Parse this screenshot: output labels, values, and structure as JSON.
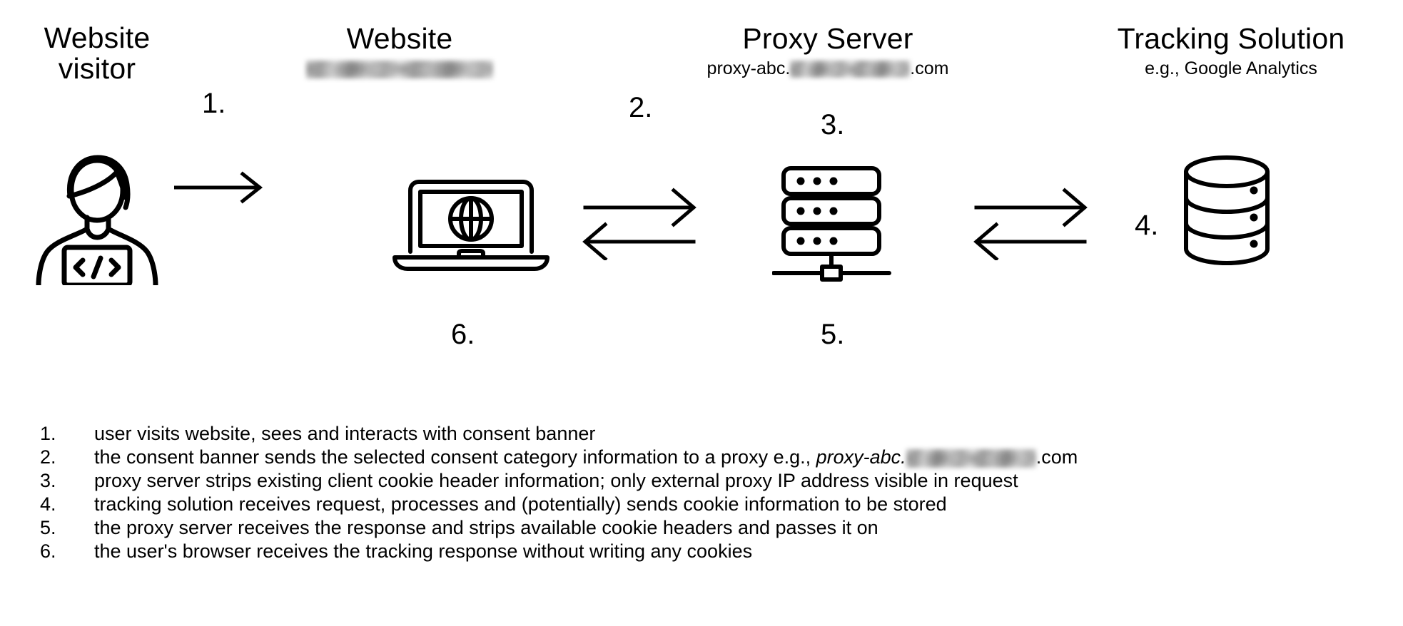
{
  "diagram": {
    "columns": [
      {
        "id": "website-visitor",
        "title_line1": "Website",
        "title_line2": "visitor",
        "subtitle": "",
        "icon": "person-with-laptop-icon"
      },
      {
        "id": "website",
        "title_line1": "Website",
        "title_line2": "",
        "subtitle": "",
        "subtitle_redacted": true,
        "icon": "laptop-globe-icon"
      },
      {
        "id": "proxy-server",
        "title_line1": "Proxy Server",
        "title_line2": "",
        "subtitle_prefix": "proxy-abc.",
        "subtitle_suffix": ".com",
        "subtitle_redacted": true,
        "icon": "server-rack-icon"
      },
      {
        "id": "tracking-solution",
        "title_line1": "Tracking Solution",
        "title_line2": "",
        "subtitle": "e.g., Google Analytics",
        "icon": "database-cylinder-icon"
      }
    ],
    "step_labels": {
      "one": "1.",
      "two": "2.",
      "three": "3.",
      "four": "4.",
      "five": "5.",
      "six": "6."
    },
    "connectors": [
      {
        "id": "visitor-to-website",
        "type": "single-arrow-right"
      },
      {
        "id": "website-to-proxy",
        "type": "double-arrow-bidirectional"
      },
      {
        "id": "proxy-to-tracking",
        "type": "double-arrow-bidirectional"
      }
    ]
  },
  "legend": {
    "items": [
      {
        "index": "1.",
        "text": "user visits website, sees and interacts with consent banner"
      },
      {
        "index": "2.",
        "text_before": "the consent banner sends the selected consent category information to a proxy e.g., ",
        "emphasis": "proxy-abc.",
        "redacted": true,
        "text_after": ".com"
      },
      {
        "index": "3.",
        "text": "proxy server strips existing client cookie header information; only external proxy IP address visible in request"
      },
      {
        "index": "4.",
        "text": "tracking solution receives request, processes and (potentially) sends cookie information to be stored"
      },
      {
        "index": "5.",
        "text": "the proxy server receives the response and strips available cookie headers and passes it on"
      },
      {
        "index": "6.",
        "text": "the user's browser receives the tracking response without writing any cookies"
      }
    ]
  },
  "colors": {
    "stroke": "#000000",
    "background": "#ffffff",
    "redaction": "#b0b0b0"
  }
}
